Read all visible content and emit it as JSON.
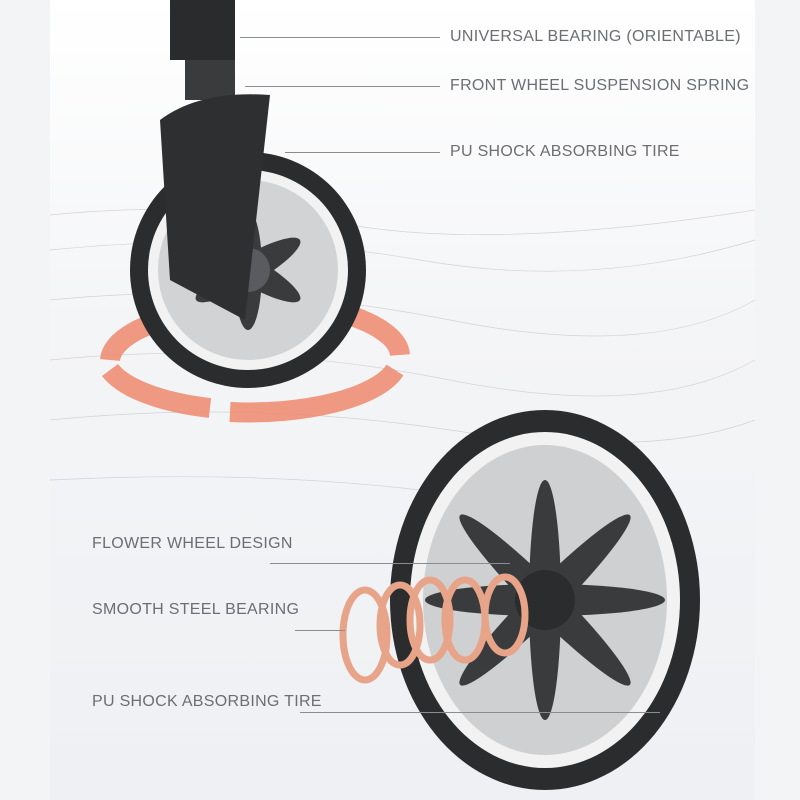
{
  "callouts_top": [
    {
      "text": "UNIVERSAL BEARING (ORIENTABLE)"
    },
    {
      "text": "FRONT WHEEL SUSPENSION SPRING"
    },
    {
      "text": "PU SHOCK ABSORBING TIRE"
    }
  ],
  "callouts_bottom": [
    {
      "text": "FLOWER WHEEL DESIGN"
    },
    {
      "text": "SMOOTH STEEL BEARING"
    },
    {
      "text": "PU SHOCK ABSORBING TIRE"
    }
  ],
  "colors": {
    "accent": "#f08a6e",
    "tire": "#2b2c2e",
    "rim": "#d9dadc",
    "bearing": "#e7a488"
  }
}
